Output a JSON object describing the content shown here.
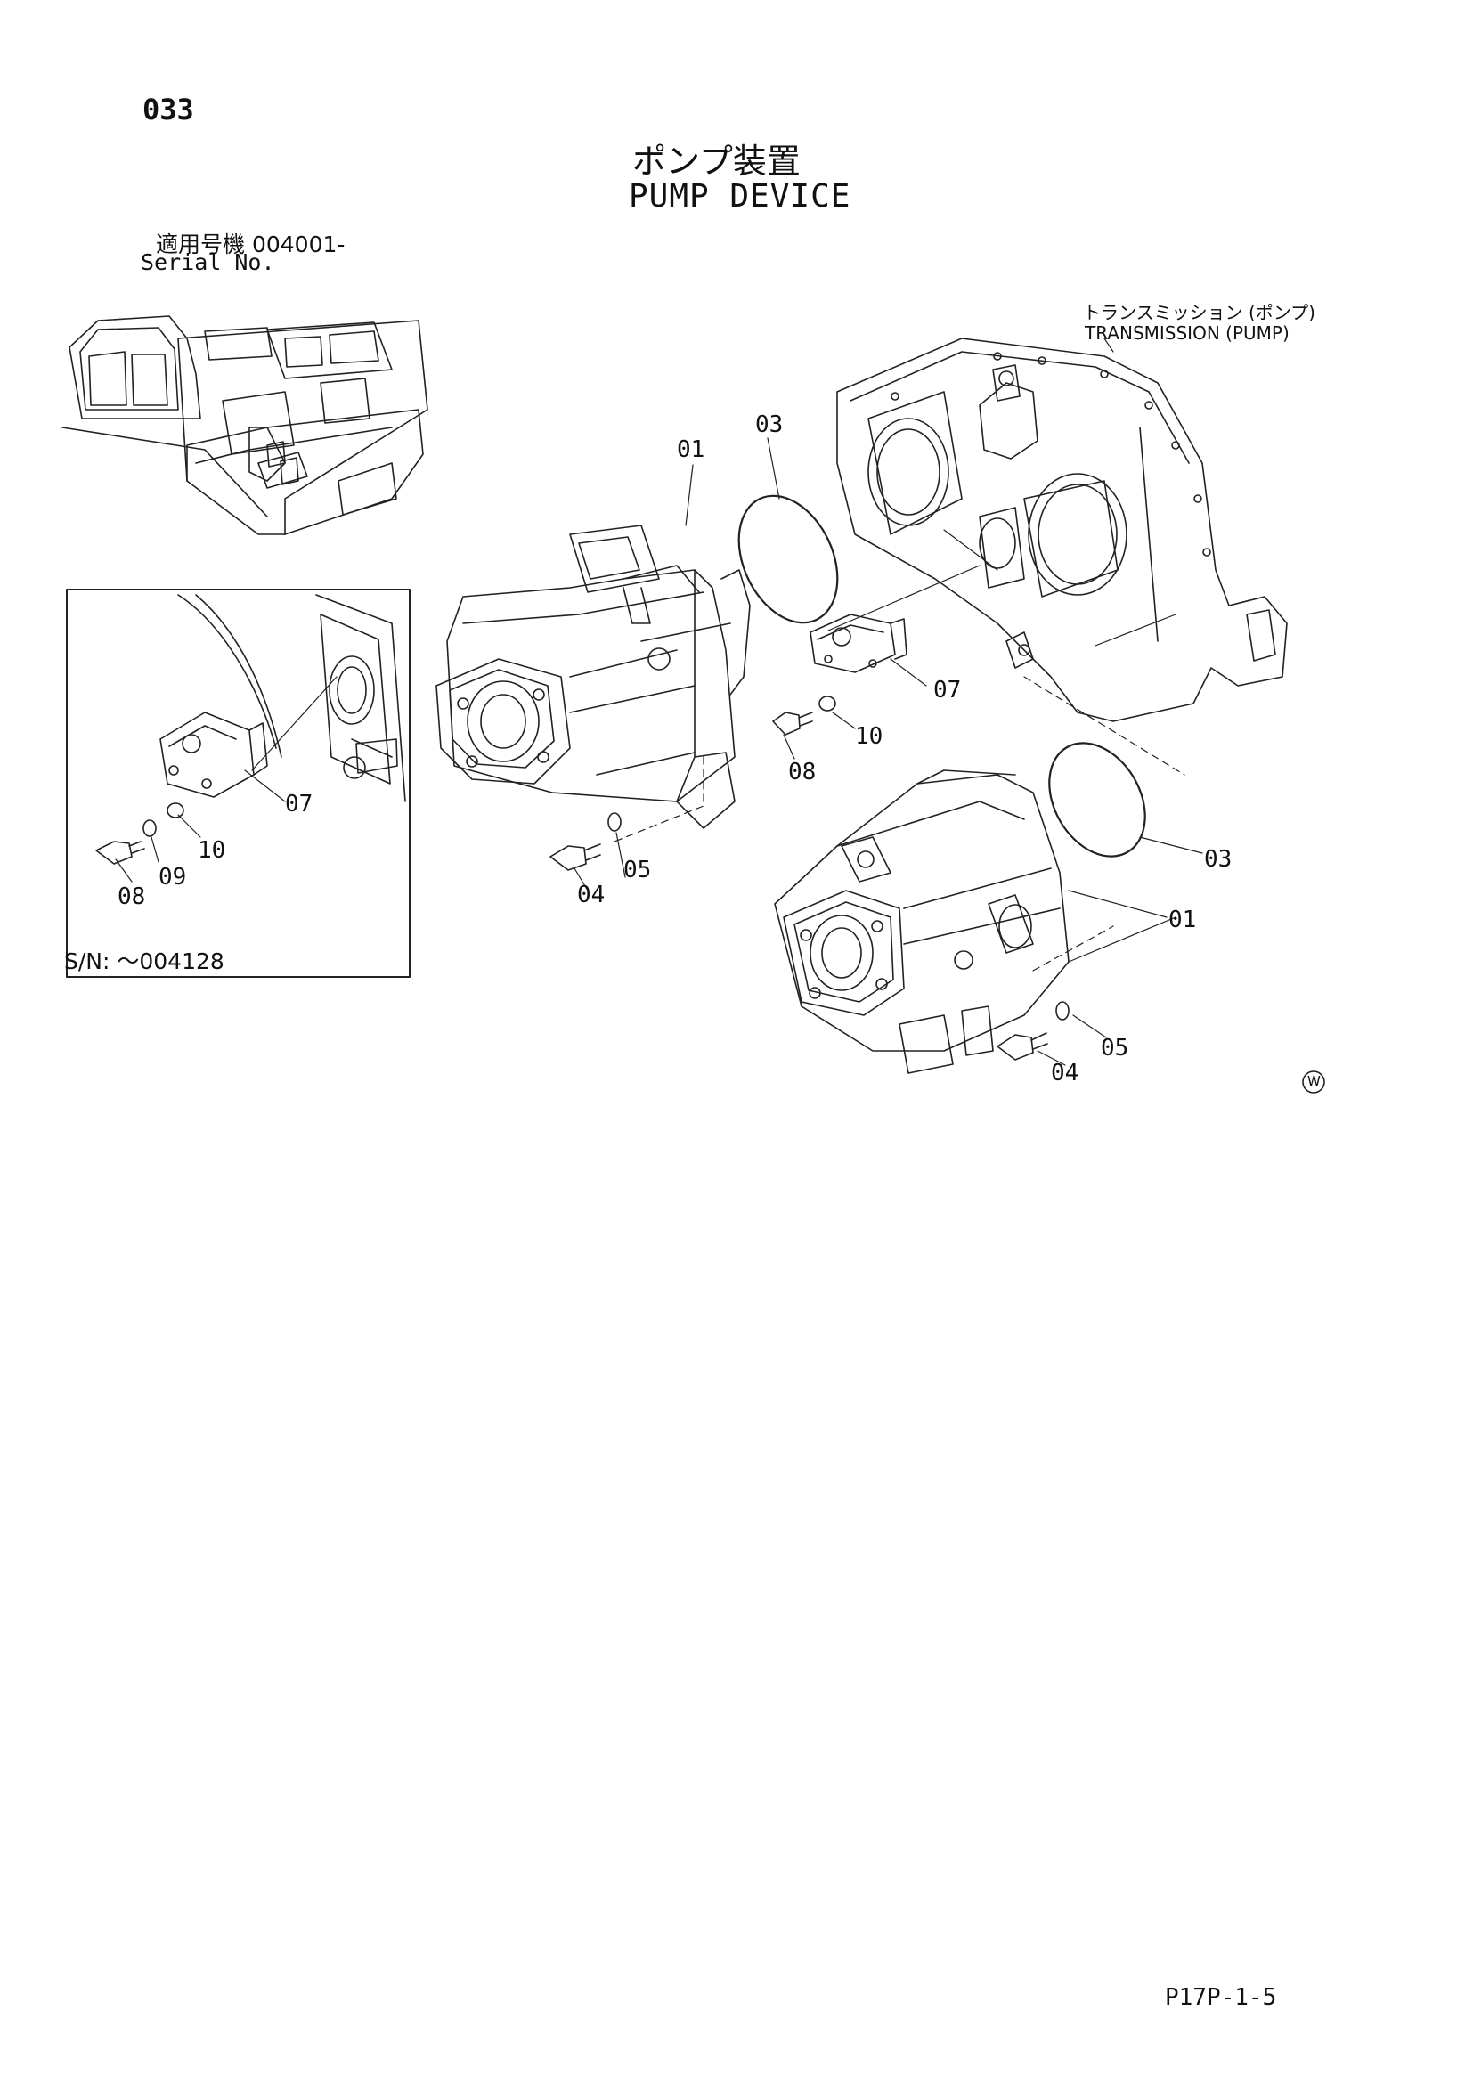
{
  "page_number": "033",
  "title": {
    "jp": "ポンプ装置",
    "en": "PUMP DEVICE"
  },
  "serial": {
    "jp": "適用号機 004001-",
    "en": "Serial No."
  },
  "transmission_label": {
    "jp": "トランスミッション (ポンプ)",
    "en": "TRANSMISSION (PUMP)"
  },
  "inset": {
    "serial_range": "S/N: ～004128"
  },
  "page_code": "P17P-1-5",
  "watermark": "W",
  "parts": {
    "p01a": "01",
    "p03a": "03",
    "p07a": "07",
    "p10a": "10",
    "p08a": "08",
    "p04a": "04",
    "p05a": "05",
    "p03b": "03",
    "p01b": "01",
    "p05b": "05",
    "p04b": "04",
    "i07": "07",
    "i10": "10",
    "i09": "09",
    "i08": "08"
  }
}
